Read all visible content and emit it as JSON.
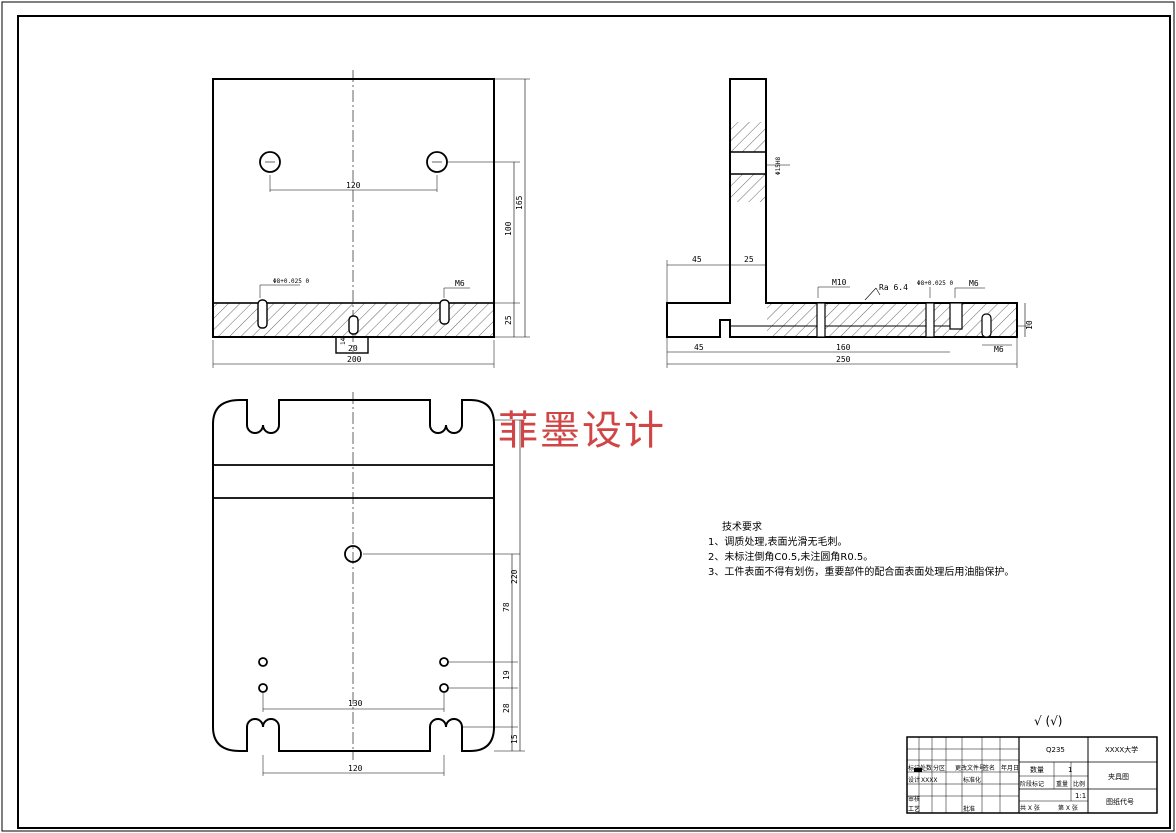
{
  "dims": {
    "front_120": "120",
    "front_165": "165",
    "front_100": "100",
    "front_25": "25",
    "front_200": "200",
    "front_20": "20",
    "front_tol": "Φ8+0.025 0",
    "front_m6": "M6",
    "front_14": "14",
    "side_45": "45",
    "side_25": "25",
    "side_m10": "M10",
    "side_ra": "Ra 6.4",
    "side_tol": "Φ8+0.025 0",
    "side_m6": "M6",
    "side_45b": "45",
    "side_160": "160",
    "side_250": "250",
    "side_m6b": "M6",
    "side_10": "10",
    "side_hole": "Φ15H8",
    "top_220": "220",
    "top_78": "78",
    "top_19": "19",
    "top_28": "28",
    "top_15": "15",
    "top_130": "130",
    "top_120": "120"
  },
  "tech_req": {
    "title": "技术要求",
    "item1": "1、调质处理,表面光滑无毛刺。",
    "item2": "2、未标注倒角C0.5,未注圆角R0.5。",
    "item3": "3、工件表面不得有划伤，重要部件的配合面表面处理后用油脂保护。"
  },
  "roughness_symbol": "√ (√)",
  "watermark": "菲墨设计",
  "title_block": {
    "material": "Q235",
    "school": "XXXX大学",
    "drawing_name": "夹具图",
    "drawing_no": "图纸代号",
    "qty_label": "数量",
    "qty_value": "1",
    "scale_label": "比例",
    "scale_value": "1:1",
    "stage_label": "阶段标记",
    "weight_label": "重量",
    "sheet_total": "共 X 张",
    "sheet_no": "第 X 张",
    "row_mark": "标记",
    "row_count": "处数",
    "row_zone": "分区",
    "row_change": "更改文件号",
    "row_sign": "签名",
    "row_date": "年月日",
    "designer_label": "设计",
    "designer_value": "XXXX",
    "std_label": "标准化",
    "review_label": "审核",
    "craft_label": "工艺",
    "approve_label": "批准"
  }
}
